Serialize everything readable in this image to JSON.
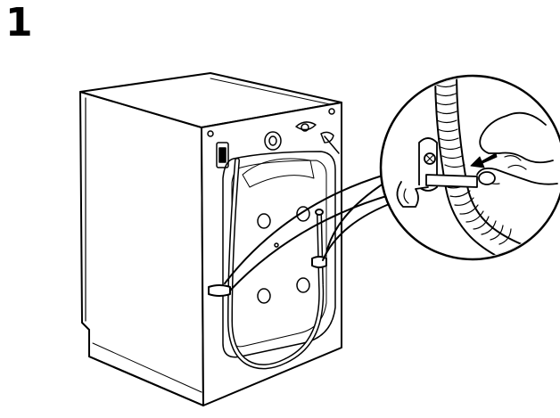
{
  "step": {
    "number": "1"
  },
  "illustration": {
    "subject": "washing-machine-rear-view",
    "detail": "hose-clip-magnified",
    "stroke_color": "#000000",
    "fill_color": "#ffffff"
  }
}
